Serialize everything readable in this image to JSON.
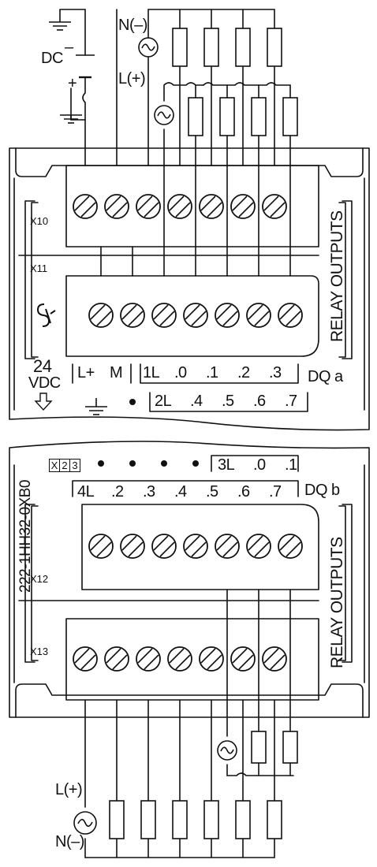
{
  "top": {
    "supply": {
      "dc": "DC",
      "minus": "–",
      "plus": "+",
      "n": "N(–)",
      "l": "L(+)"
    },
    "connectors": {
      "x10": "X10",
      "x11": "X11",
      "voltage_top": "24",
      "voltage_bottom": "VDC"
    },
    "row1_labels": [
      "L+",
      "M",
      "1L",
      ".0",
      ".1",
      ".2",
      ".3"
    ],
    "row2_labels": [
      "2L",
      ".4",
      ".5",
      ".6",
      ".7"
    ],
    "group": "DQ a",
    "side": "RELAY OUTPUTS"
  },
  "bottom": {
    "part_number": "222-1HH32-0XB0",
    "boxes": [
      "X",
      "2",
      "3"
    ],
    "row1_labels": [
      "3L",
      ".0",
      ".1"
    ],
    "row2_labels": [
      "4L",
      ".2",
      ".3",
      ".4",
      ".5",
      ".6",
      ".7"
    ],
    "group": "DQ b",
    "connectors": {
      "x12": "X12",
      "x13": "X13"
    },
    "side": "RELAY OUTPUTS",
    "supply": {
      "l": "L(+)",
      "n": "N(–)"
    }
  },
  "icons": [
    "ground-icon",
    "ac-source-icon",
    "load-resistor-icon",
    "screw-terminal-icon",
    "dc-battery-icon",
    "download-arrow-icon",
    "ul-mark-icon"
  ]
}
